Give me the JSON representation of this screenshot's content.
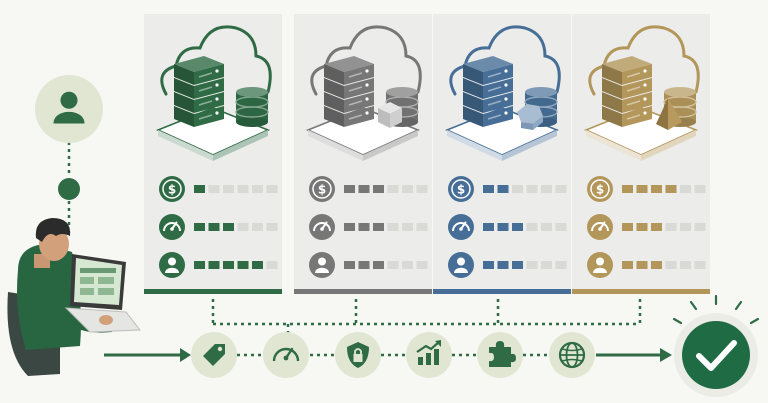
{
  "colors": {
    "green": "#2f6b45",
    "gray": "#777777",
    "blue": "#466e96",
    "gold": "#b3965a",
    "success": "#1f6b43",
    "background": "#f7f7f3"
  },
  "user": {
    "icon": "user-icon"
  },
  "developer": {
    "icon": "person-at-laptop"
  },
  "providers": [
    {
      "theme": "green",
      "icons": [
        "cloud-icon",
        "server-icon",
        "database-icon"
      ],
      "rows": [
        {
          "icon": "dollar-icon",
          "level": 1
        },
        {
          "icon": "gauge-icon",
          "level": 3
        },
        {
          "icon": "user-icon",
          "level": 5
        }
      ]
    },
    {
      "theme": "gray",
      "icons": [
        "cloud-icon",
        "server-icon",
        "database-icon",
        "cube-icon"
      ],
      "rows": [
        {
          "icon": "dollar-icon",
          "level": 3
        },
        {
          "icon": "gauge-icon",
          "level": 3
        },
        {
          "icon": "user-icon",
          "level": 3
        }
      ]
    },
    {
      "theme": "blue",
      "icons": [
        "cloud-icon",
        "server-icon",
        "database-icon",
        "hexagon-icon"
      ],
      "rows": [
        {
          "icon": "dollar-icon",
          "level": 2
        },
        {
          "icon": "gauge-icon",
          "level": 3
        },
        {
          "icon": "user-icon",
          "level": 3
        }
      ]
    },
    {
      "theme": "gold",
      "icons": [
        "cloud-icon",
        "server-icon",
        "database-icon",
        "pyramid-icon"
      ],
      "rows": [
        {
          "icon": "dollar-icon",
          "level": 4
        },
        {
          "icon": "gauge-icon",
          "level": 3
        },
        {
          "icon": "user-icon",
          "level": 3
        }
      ]
    }
  ],
  "criteria": [
    "price-tag-icon",
    "gauge-icon",
    "shield-lock-icon",
    "growth-chart-icon",
    "puzzle-icon",
    "globe-icon"
  ],
  "result": {
    "icon": "check-icon"
  }
}
